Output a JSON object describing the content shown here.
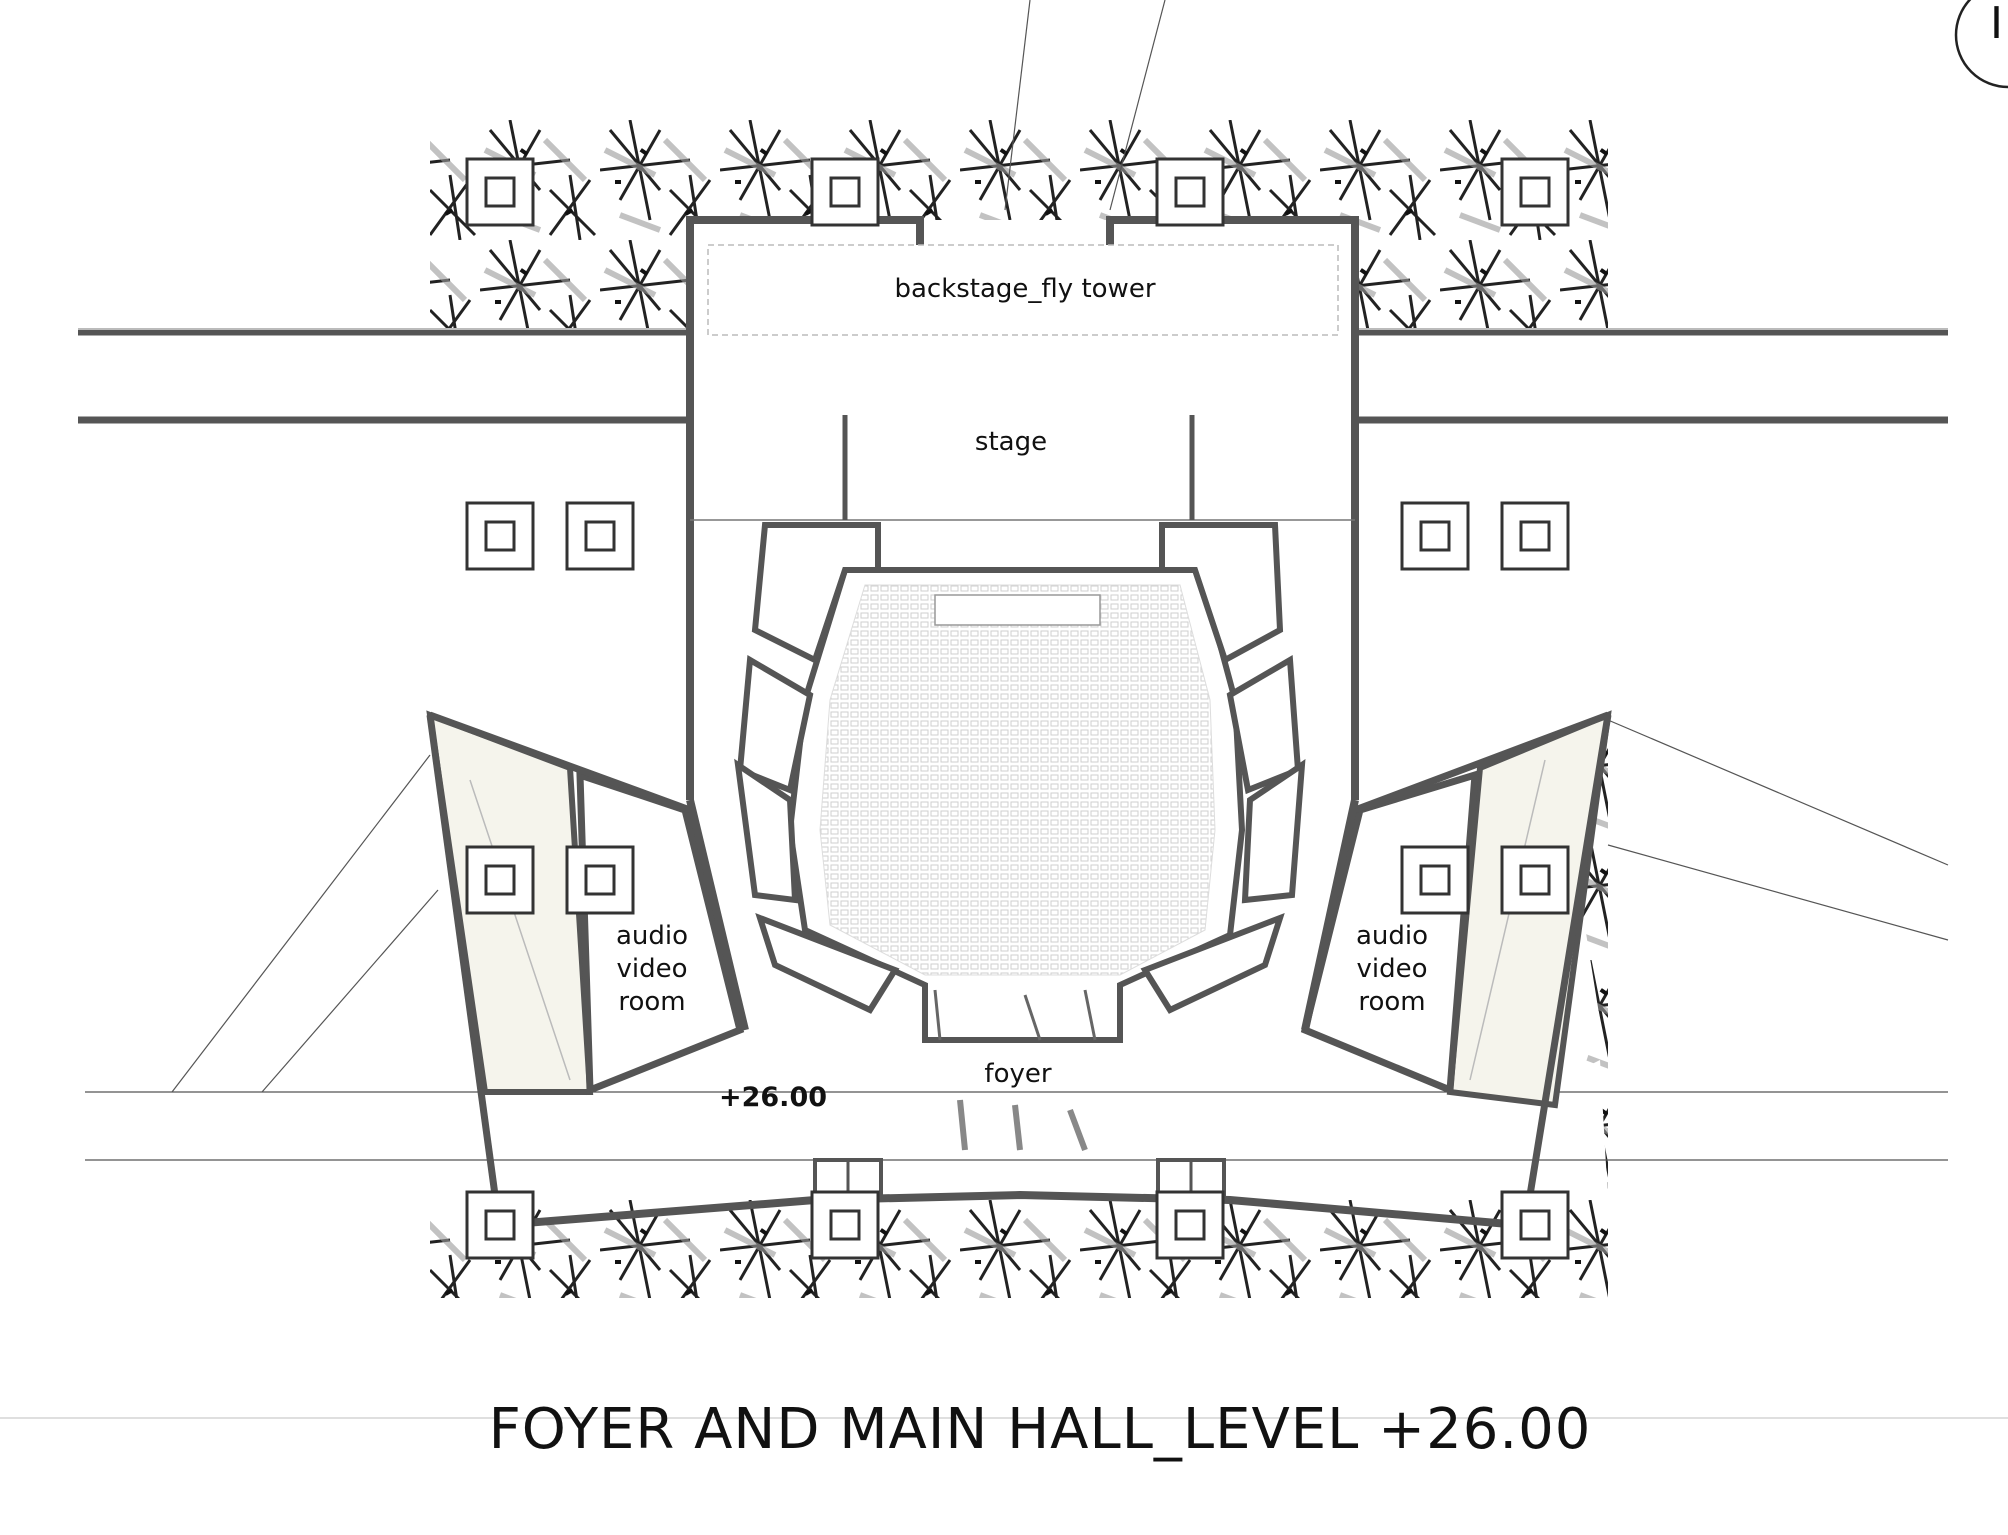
{
  "title": "FOYER AND MAIN HALL_LEVEL +26.00",
  "rooms": {
    "backstage": "backstage_fly tower",
    "stage": "stage",
    "foyer": "foyer",
    "av_left": [
      "audio",
      "video",
      "room"
    ],
    "av_right": [
      "audio",
      "video",
      "room"
    ]
  },
  "level_mark": "+26.00",
  "north_arrow_letter": "I",
  "colors": {
    "wall": "#555555",
    "wall_fill": "#bdbdbd",
    "accent_fill": "#f5f4ec",
    "pattern": "#222222"
  }
}
